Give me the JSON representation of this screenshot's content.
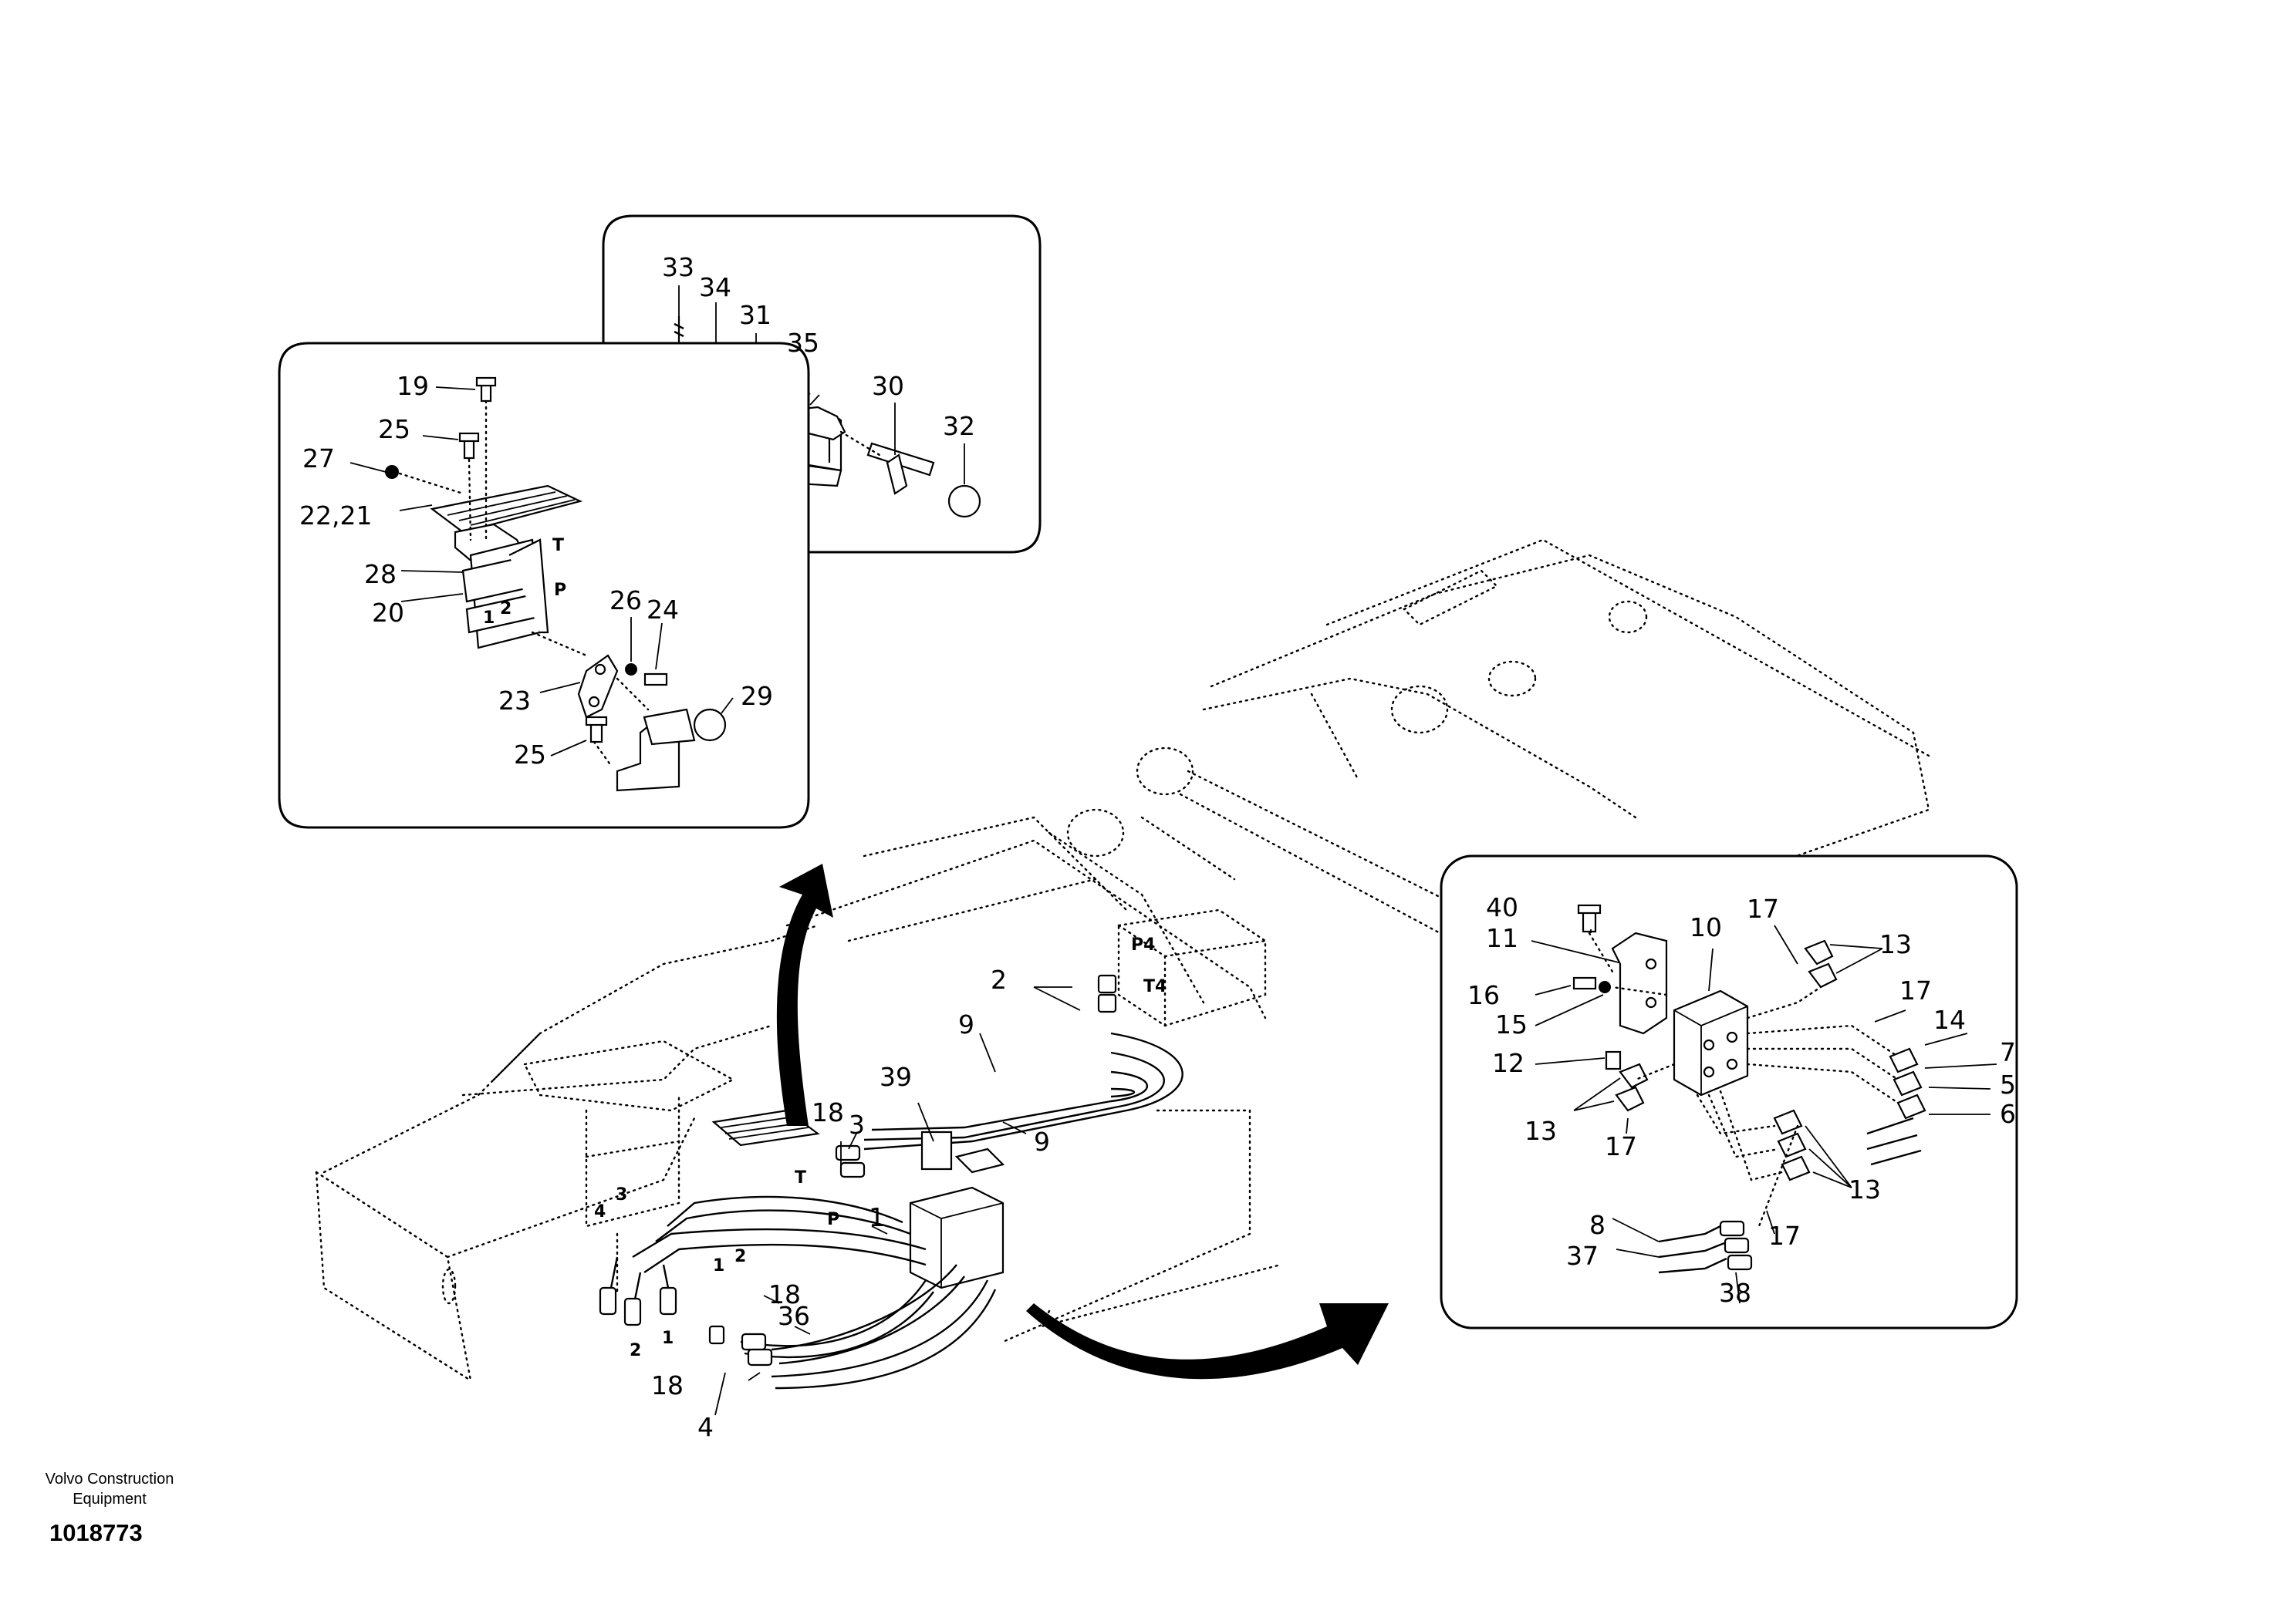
{
  "footer": {
    "brand_line1": "Volvo Construction",
    "brand_line2": "Equipment",
    "doc_number": "1018773"
  },
  "callouts": {
    "top": [
      "33",
      "34",
      "31",
      "35",
      "30",
      "32"
    ],
    "left": [
      "19",
      "25",
      "27",
      "22,21",
      "28",
      "20",
      "26",
      "24",
      "23",
      "29",
      "25"
    ],
    "right": [
      "40",
      "11",
      "16",
      "15",
      "12",
      "10",
      "17",
      "13",
      "17",
      "14",
      "7",
      "5",
      "6",
      "13",
      "17",
      "13",
      "8",
      "37",
      "17",
      "38"
    ],
    "main": [
      "2",
      "9",
      "39",
      "18",
      "3",
      "9",
      "1",
      "4",
      "3",
      "1",
      "2",
      "18",
      "36",
      "2",
      "1",
      "18",
      "4"
    ]
  },
  "port_labels": {
    "pedal": [
      "T",
      "P",
      "1",
      "2"
    ],
    "manifold": [
      "P4",
      "T4"
    ],
    "valve": [
      "T",
      "P"
    ]
  }
}
